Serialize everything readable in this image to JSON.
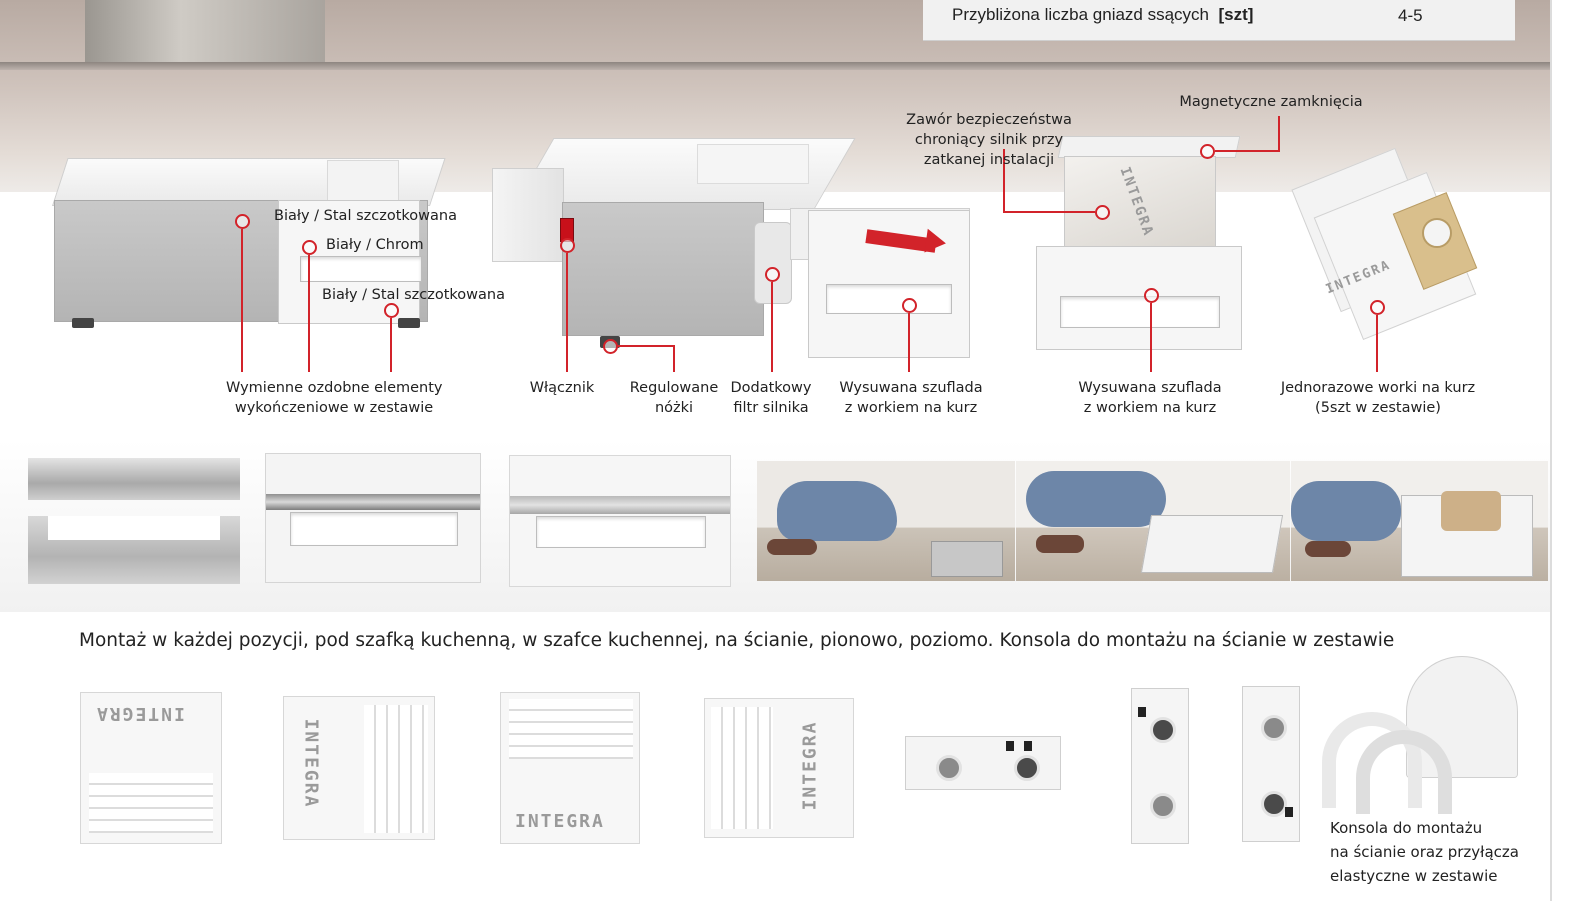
{
  "spec_row": {
    "label": "Przybliżona liczba gniazd ssących",
    "unit": "[szt]",
    "value": "4-5"
  },
  "callouts": {
    "finish_1": "Biały / Stal szczotkowana",
    "finish_2": "Biały / Chrom",
    "finish_3": "Biały / Stal szczotkowana",
    "decor_line1": "Wymienne ozdobne elementy",
    "decor_line2": "wykończeniowe w zestawie",
    "switch": "Włącznik",
    "feet_line1": "Regulowane",
    "feet_line2": "nóżki",
    "filter_line1": "Dodatkowy",
    "filter_line2": "filtr silnika",
    "drawer_a_line1": "Wysuwana szuflada",
    "drawer_a_line2": "z workiem na kurz",
    "valve_line1": "Zawór bezpieczeństwa",
    "valve_line2": "chroniący silnik przy",
    "valve_line3": "zatkanej instalacji",
    "magnet": "Magnetyczne zamknięcia",
    "drawer_b_line1": "Wysuwana szuflada",
    "drawer_b_line2": "z workiem na kurz",
    "bags_line1": "Jednorazowe worki na kurz",
    "bags_line2": "(5szt w zestawie)"
  },
  "mounting_text": "Montaż w każdej pozycji, pod szafką kuchenną, w szafce kuchennej, na ścianie, pionowo, poziomo. Konsola do montażu na ścianie w zestawie",
  "console_caption": {
    "line1": "Konsola do montażu",
    "line2": "na ścianie oraz przyłącza",
    "line3": "elastyczne w zestawie"
  },
  "brand": "INTEGRA",
  "colors": {
    "accent_red": "#d2232a",
    "text": "#222222",
    "spec_bg": "#f1f1f1"
  }
}
